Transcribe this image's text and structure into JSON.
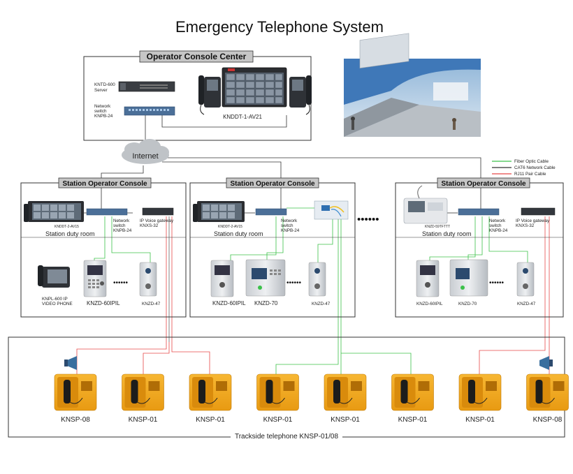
{
  "title": "Emergency Telephone System",
  "operator_center": {
    "header": "Operator Console Center",
    "server_name": "KNTD-600",
    "server_type": "Server",
    "switch_l1": "Network",
    "switch_l2": "switch",
    "switch_model": "KNPB-24",
    "console_model": "KNDDT-1-AV21"
  },
  "cloud_label": "Internet",
  "legend": [
    {
      "label": "Fiber Optic Cable",
      "color": "#3cc14a"
    },
    {
      "label": "CAT6 Network Cable",
      "color": "#333333"
    },
    {
      "label": "RJ11 Pair Cable",
      "color": "#e64848"
    }
  ],
  "stations": [
    {
      "header": "Station Operator Console",
      "duty_room": "Station duty room",
      "console_model": "KNDDT-2-AV15",
      "switch_l1": "Network",
      "switch_l2": "switch",
      "switch_model": "KNPB-24",
      "gateway_l1": "IP Voice gateway",
      "gateway_model": "KNXS-32",
      "video_phone_l1": "KNPL-600 IP",
      "video_phone_l2": "VIDEO PHONE",
      "intercom_a": "KNZD-60IPIL",
      "intercom_b": "KNZD-47",
      "ellipsis": "••••••"
    },
    {
      "header": "Station Operator Console",
      "duty_room": "Station duty room",
      "console_model": "KNDDT-2-AV15",
      "switch_l1": "Network",
      "switch_l2": "switch",
      "switch_model": "KNPB-24",
      "intercom_a": "KNZD-60IPIL",
      "intercom_c": "KNZD-70",
      "intercom_b": "KNZD-47",
      "ellipsis": "••••••"
    },
    {
      "header": "Station Operator Console",
      "duty_room": "Station duty room",
      "console_model": "KNZD-59TFTTT",
      "switch_l1": "Network",
      "switch_l2": "switch",
      "switch_model": "KNPB-24",
      "gateway_l1": "IP Voice gateway",
      "gateway_model": "KNXS-32",
      "intercom_a": "KNZD-60IPIL",
      "intercom_c": "KNZD-70",
      "intercom_b": "KNZD-47",
      "ellipsis": "••••••"
    }
  ],
  "between_stations": "••••••",
  "trackside": {
    "caption": "Trackside telephone KNSP-01/08",
    "phones": [
      "KNSP-08",
      "KNSP-01",
      "KNSP-01",
      "KNSP-01",
      "KNSP-01",
      "KNSP-01",
      "KNSP-01",
      "KNSP-08"
    ]
  }
}
